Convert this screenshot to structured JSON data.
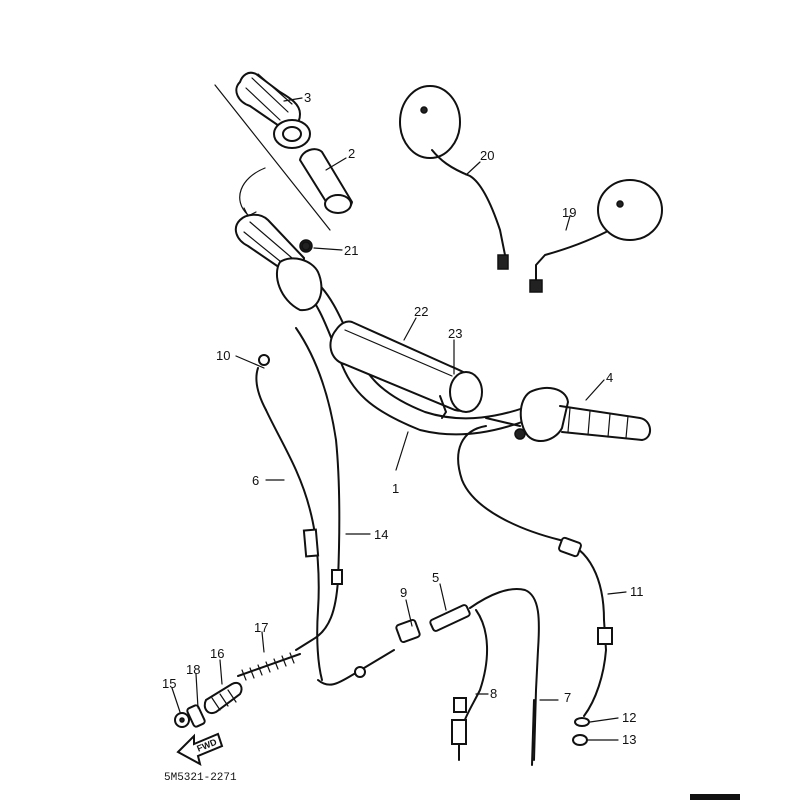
{
  "diagram_code": "5M5321-2271",
  "direction_marker": "FWD",
  "callouts": [
    {
      "id": "c1",
      "label": "1"
    },
    {
      "id": "c2",
      "label": "2"
    },
    {
      "id": "c3",
      "label": "3"
    },
    {
      "id": "c4",
      "label": "4"
    },
    {
      "id": "c5",
      "label": "5"
    },
    {
      "id": "c6",
      "label": "6"
    },
    {
      "id": "c7",
      "label": "7"
    },
    {
      "id": "c8",
      "label": "8"
    },
    {
      "id": "c9",
      "label": "9"
    },
    {
      "id": "c10",
      "label": "10"
    },
    {
      "id": "c11",
      "label": "11"
    },
    {
      "id": "c12",
      "label": "12"
    },
    {
      "id": "c13",
      "label": "13"
    },
    {
      "id": "c14",
      "label": "14"
    },
    {
      "id": "c15",
      "label": "15"
    },
    {
      "id": "c16",
      "label": "16"
    },
    {
      "id": "c17",
      "label": "17"
    },
    {
      "id": "c18",
      "label": "18"
    },
    {
      "id": "c19",
      "label": "19"
    },
    {
      "id": "c20",
      "label": "20"
    },
    {
      "id": "c21",
      "label": "21"
    },
    {
      "id": "c22",
      "label": "22"
    },
    {
      "id": "c23",
      "label": "23"
    }
  ]
}
